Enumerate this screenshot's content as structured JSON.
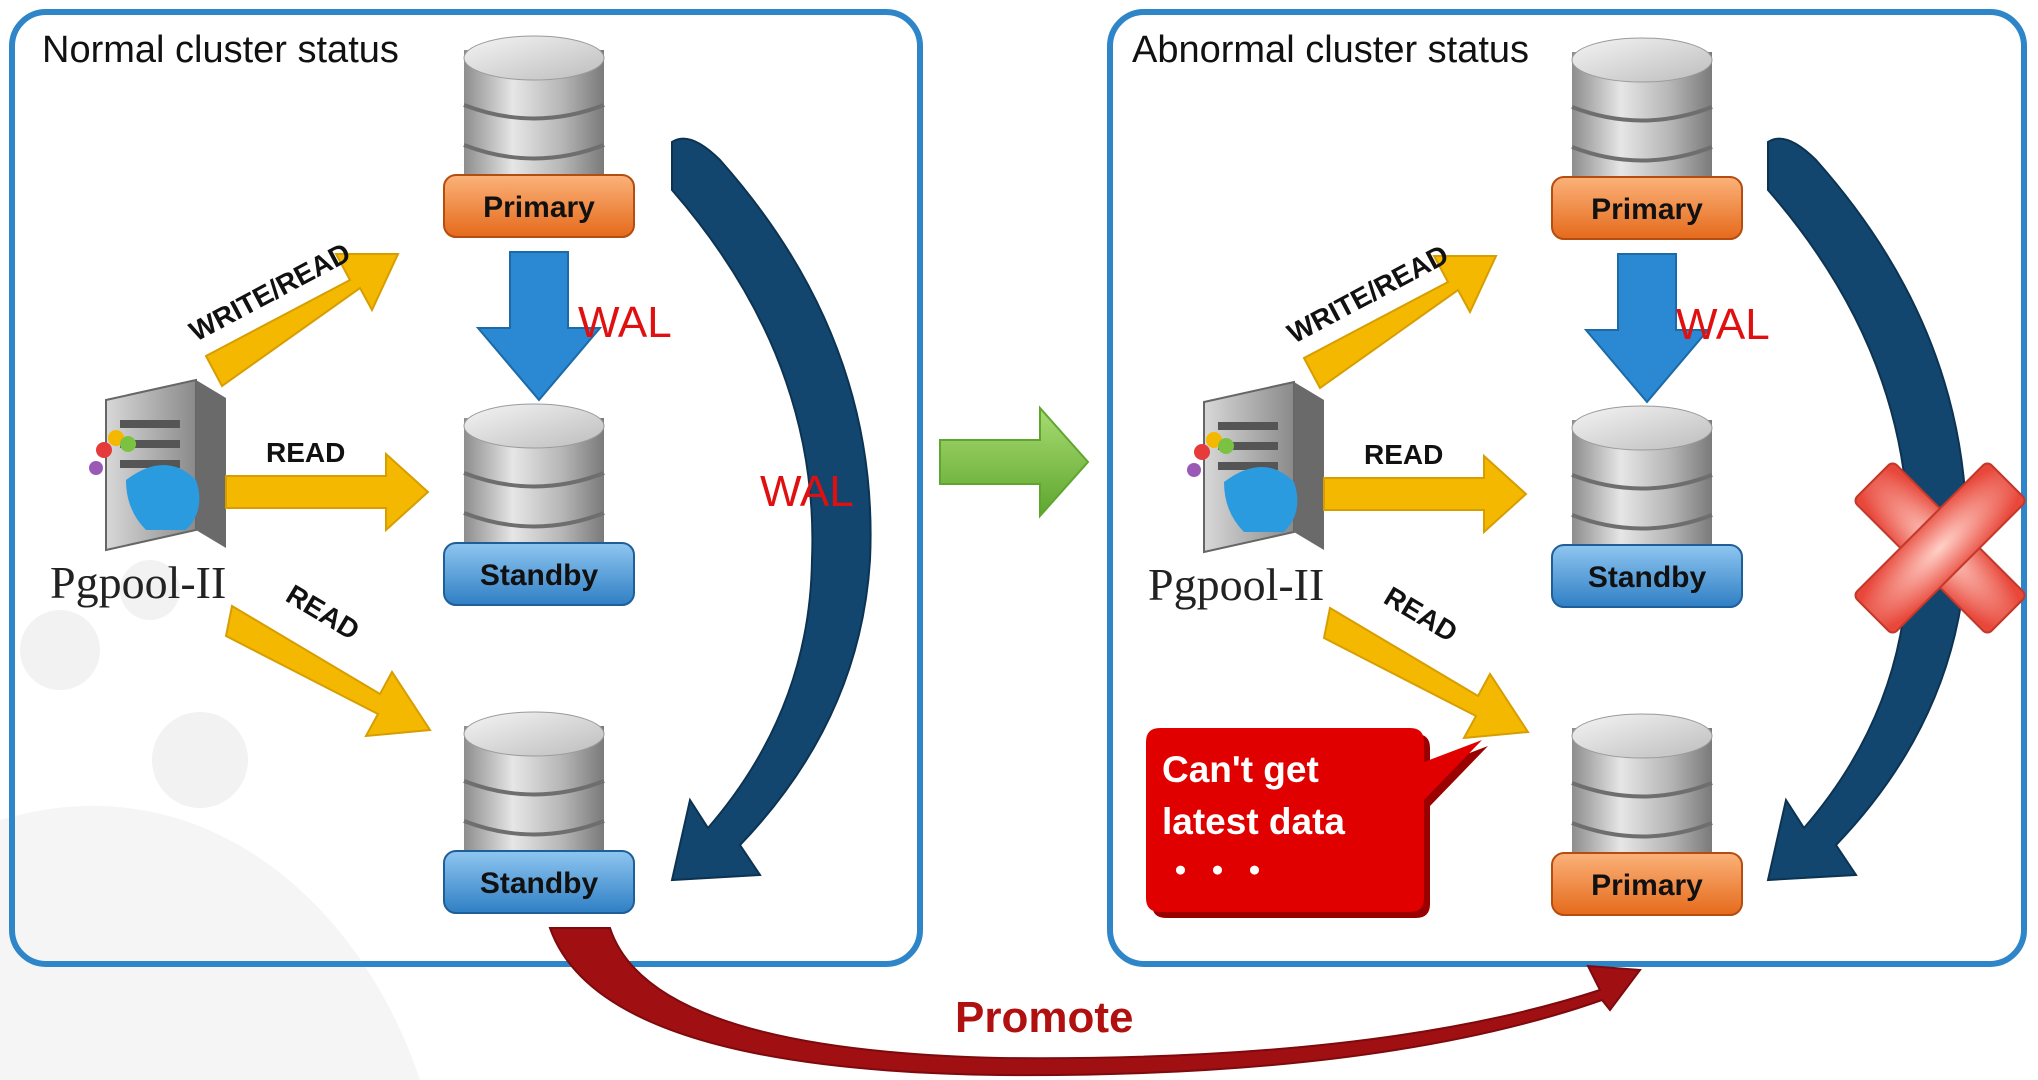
{
  "colors": {
    "panel_border": "#2e86c8",
    "primary_tag": "#f08a3c",
    "standby_tag": "#3b8fd4",
    "client_arrow": "#f5b800",
    "wal_arrow": "#2b88d3",
    "replication_arrow": "#12466e",
    "transition_arrow": "#7cc242",
    "promote_arrow": "#a00f12",
    "failure_mark": "#e8473a",
    "bubble": "#e00000"
  },
  "left_panel": {
    "title": "Normal cluster status",
    "pgpool_label": "Pgpool-II",
    "nodes": [
      "Primary",
      "Standby",
      "Standby"
    ],
    "arrows": {
      "write_read": "WRITE/READ",
      "read_1": "READ",
      "read_2": "READ"
    },
    "wal_stream": "WAL",
    "wal_replication": "WAL"
  },
  "right_panel": {
    "title": "Abnormal cluster status",
    "pgpool_label": "Pgpool-II",
    "nodes": [
      "Primary",
      "Standby",
      "Primary"
    ],
    "arrows": {
      "write_read": "WRITE/READ",
      "read_1": "READ",
      "read_2": "READ"
    },
    "wal_stream": "WAL",
    "bubble_lines": [
      "Can't get",
      "latest data",
      "・・・"
    ]
  },
  "promote_label": "Promote"
}
